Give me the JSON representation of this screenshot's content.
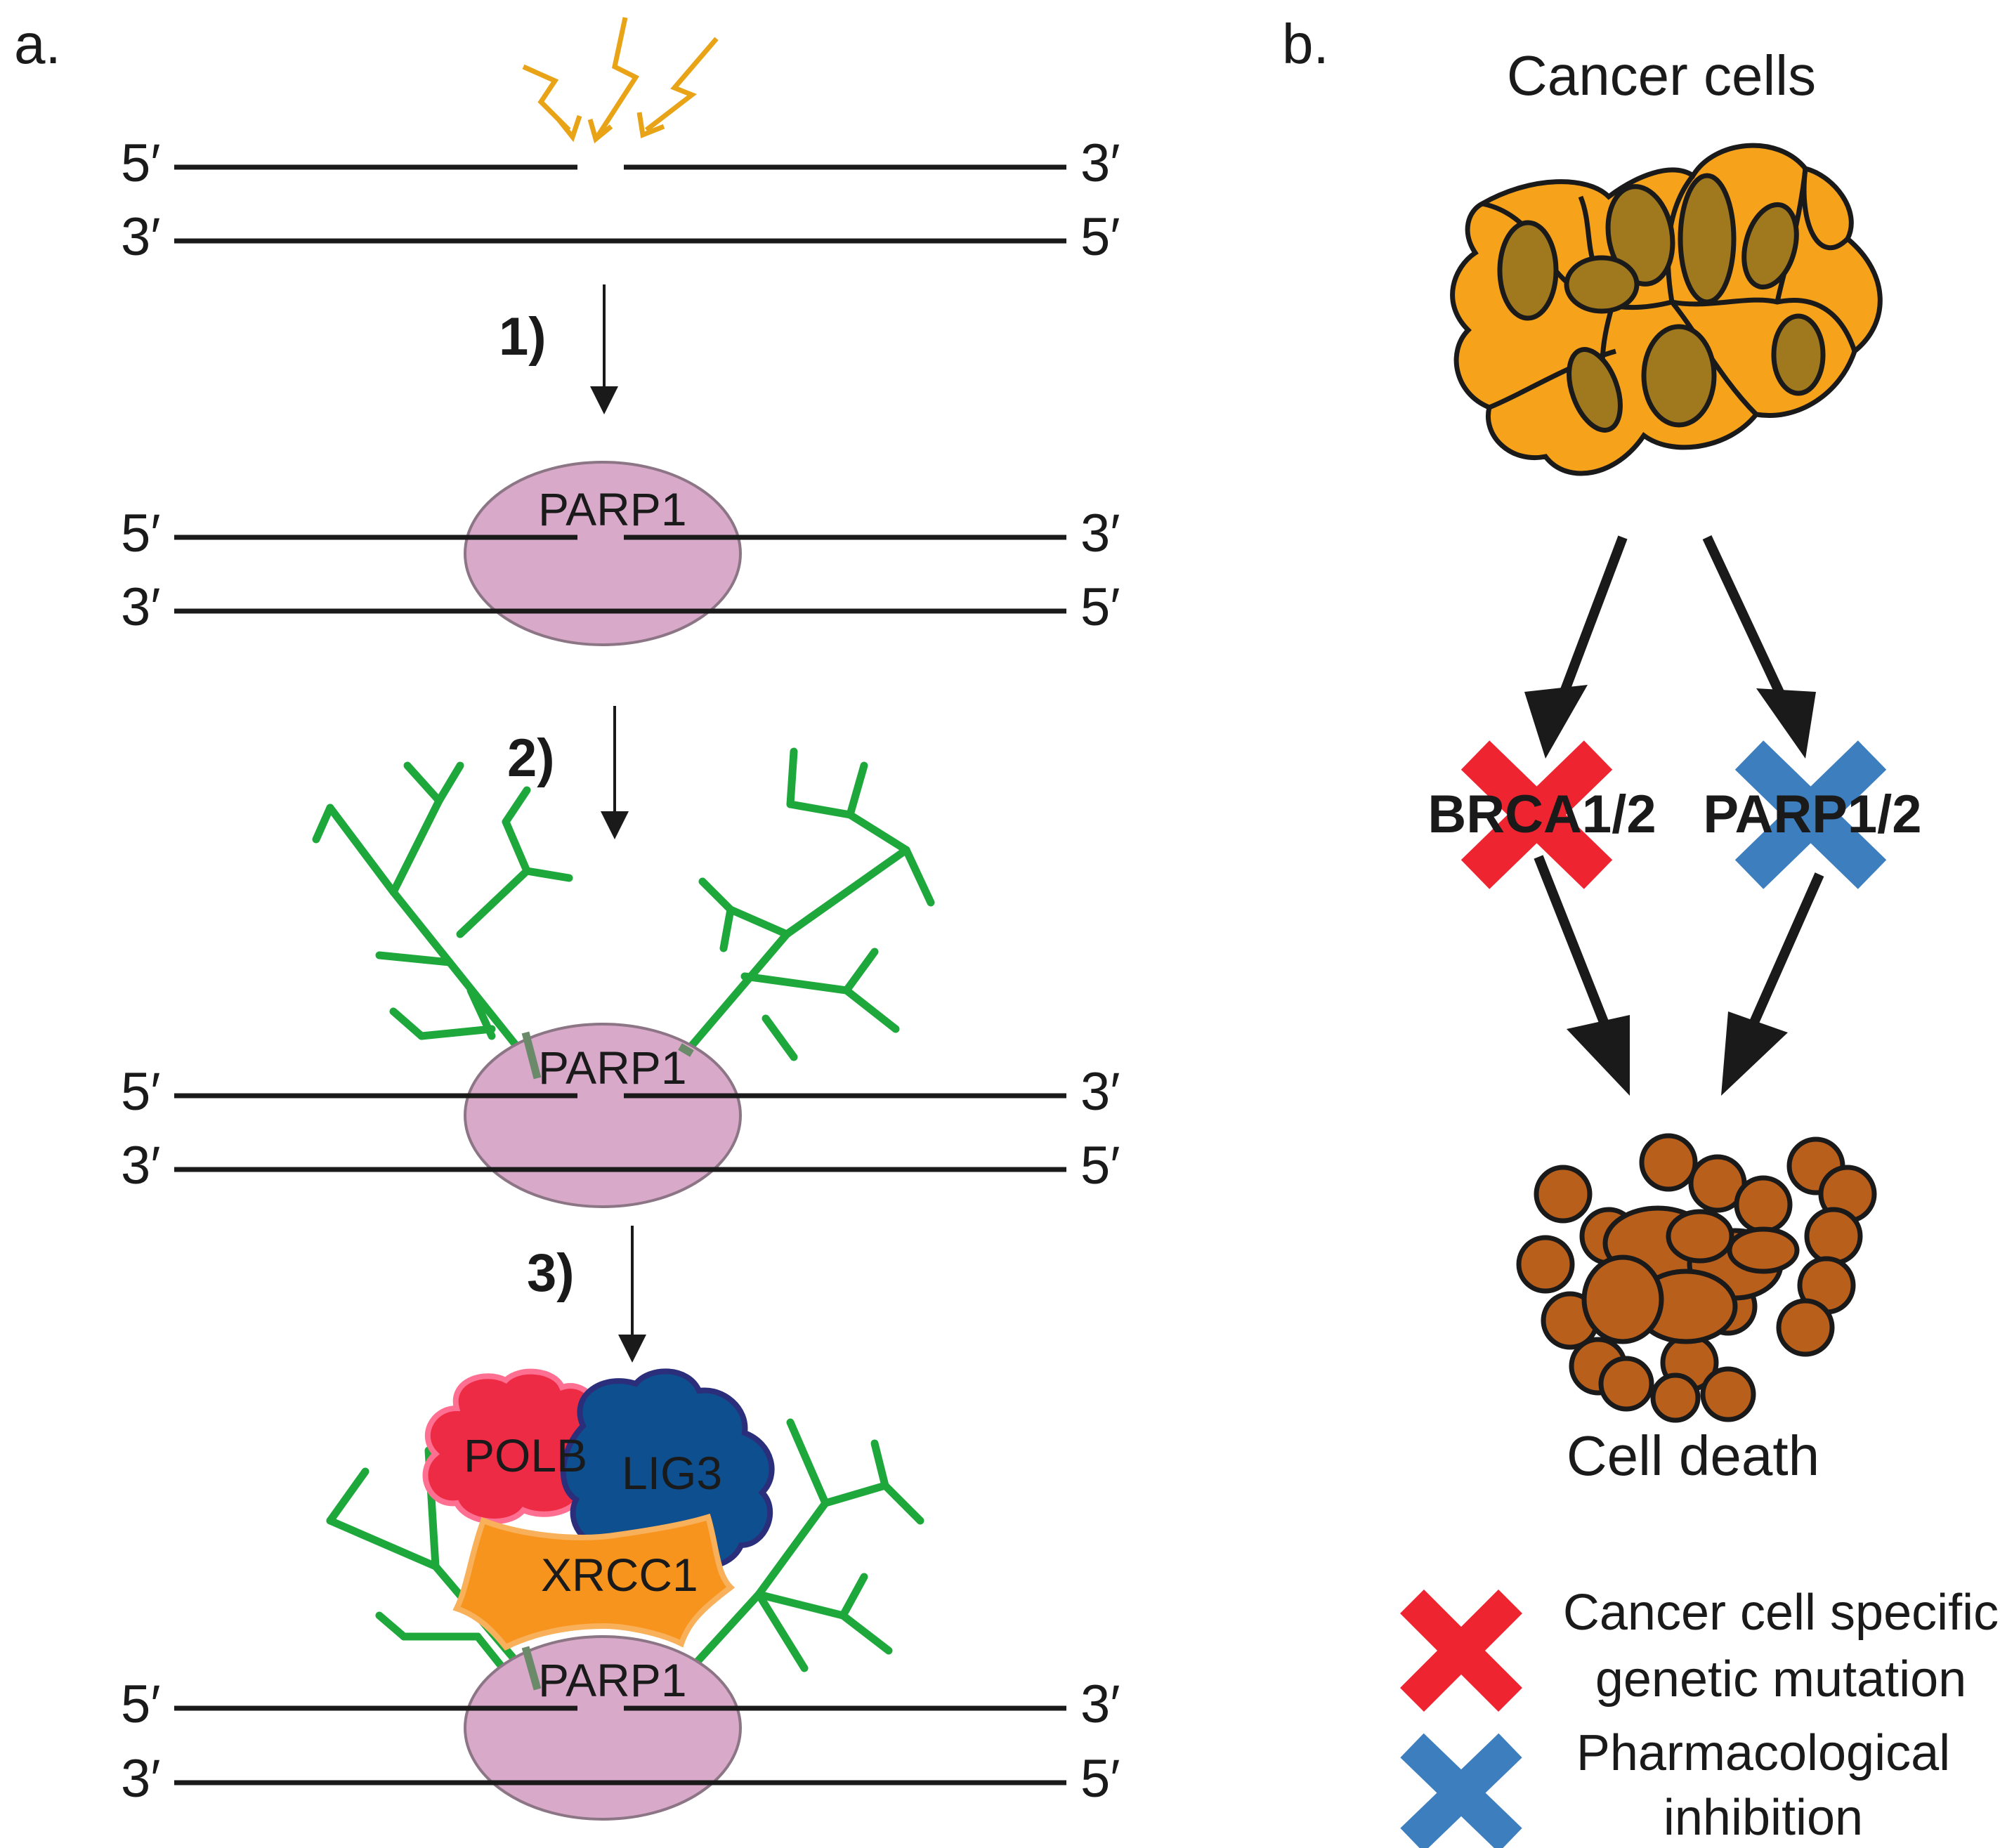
{
  "panel_a": {
    "label": "a.",
    "prime5": "5′",
    "prime3": "3′",
    "steps": [
      "1)",
      "2)",
      "3)"
    ],
    "parp1": "PARP1",
    "polb": "POLB",
    "lig3": "LIG3",
    "xrcc1": "XRCC1"
  },
  "panel_b": {
    "label": "b.",
    "cancer_cells": "Cancer cells",
    "brca": "BRCA1/2",
    "parp": "PARP1/2",
    "cell_death": "Cell death",
    "legend": {
      "red_line1": "Cancer cell specific",
      "red_line2": "genetic mutation",
      "blue_line1": "Pharmacological",
      "blue_line2": "inhibition"
    }
  },
  "colors": {
    "lightning": "#e8a317",
    "parp1": "#d8a9c9",
    "par_chain": "#1ea83c",
    "polb": "#ee2b45",
    "lig3": "#0e4f8f",
    "xrcc1": "#f7941d",
    "cancer_cell": "#f7a21b",
    "nucleus": "#a0781e",
    "dead_cell": "#b95f1c",
    "red_x": "#ef2431",
    "blue_x": "#3d7ebf"
  }
}
